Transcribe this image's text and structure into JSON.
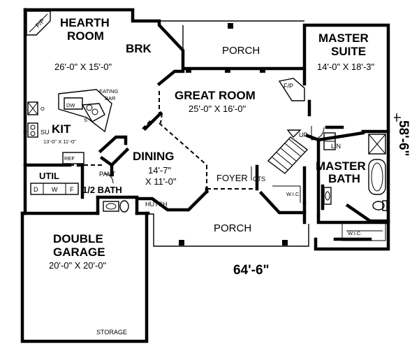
{
  "rooms": {
    "hearth_name_1": "HEARTH",
    "hearth_name_2": "ROOM",
    "hearth_dim": "26'-0\" X 15'-0\"",
    "brk": "BRK",
    "porch_top": "PORCH",
    "master_suite_1": "MASTER",
    "master_suite_2": "SUITE",
    "master_suite_dim": "14'-0\" X 18'-3\"",
    "great_room": "GREAT ROOM",
    "great_room_dim": "25'-0\" X 16'-0\"",
    "eating_1": "EATING",
    "eating_2": "BAR",
    "kit": "KIT",
    "kit_dim": "13'-0\" X 11'-0\"",
    "dining": "DINING",
    "dining_dim_1": "14'-7\"",
    "dining_dim_2": "X 11'-0\"",
    "util": "UTIL",
    "half_bath": "1/2 BATH",
    "foyer": "FOYER",
    "master_bath_1": "MASTER",
    "master_bath_2": "BATH",
    "garage_1": "DOUBLE",
    "garage_2": "GARAGE",
    "garage_dim": "20'-0\" X 20'-0\"",
    "porch_bottom": "PORCH",
    "storage": "STORAGE"
  },
  "fixtures": {
    "fp_left": "F/P",
    "fp_right": "F/P",
    "dw": "DW",
    "s": "S",
    "o": "O",
    "su": "SU",
    "ref": "REF",
    "pant": "PANT",
    "hutch": "HUTCH",
    "up": "UP",
    "lin": "LIN",
    "cts": "CTS",
    "wic_1": "W.I.C.",
    "wic_2": "W.I.C.",
    "d": "D",
    "w": "W",
    "f": "F"
  },
  "dimensions": {
    "width": "64'-6\"",
    "depth": "58'-6\""
  }
}
